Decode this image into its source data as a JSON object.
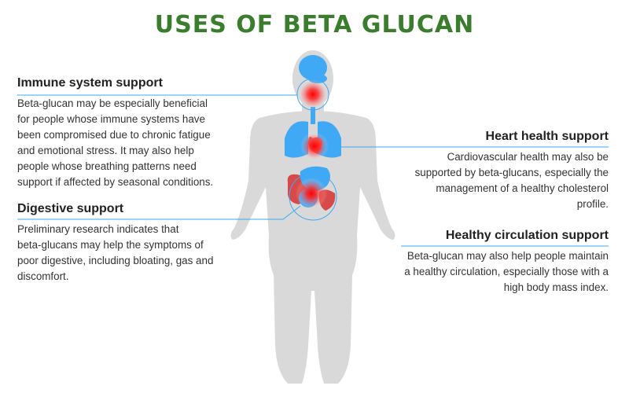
{
  "title": "USES OF BETA GLUCAN",
  "colors": {
    "title": "#3a7d2c",
    "body_silhouette": "#d9d9d9",
    "organ": "#3fa9f5",
    "organ_red": "#d84a4a",
    "highlight": "#ff1a1a",
    "leader_line": "#3fa9f5"
  },
  "sections": {
    "immune": {
      "heading": "Immune system support",
      "lines": [
        "Beta-glucan may be especially beneficial",
        "for people whose immune systems have",
        "been compromised due to chronic fatigue",
        "and emotional stress. It may also help",
        "people whose breathing patterns need",
        "support if affected by seasonal conditions."
      ]
    },
    "digestive": {
      "heading": "Digestive support",
      "lines": [
        "Preliminary research indicates that",
        "beta-glucans may help the symptoms of",
        "poor digestive, including bloating, gas and",
        "discomfort."
      ]
    },
    "heart": {
      "heading": "Heart health support",
      "lines": [
        "Cardiovascular health may also be",
        "supported by beta-glucans, especially the",
        "management of a healthy cholesterol",
        "profile."
      ]
    },
    "circulation": {
      "heading": "Healthy circulation support",
      "lines": [
        "Beta-glucan may also help people maintain",
        "a healthy circulation, especially those with a",
        "high body mass index."
      ]
    }
  }
}
